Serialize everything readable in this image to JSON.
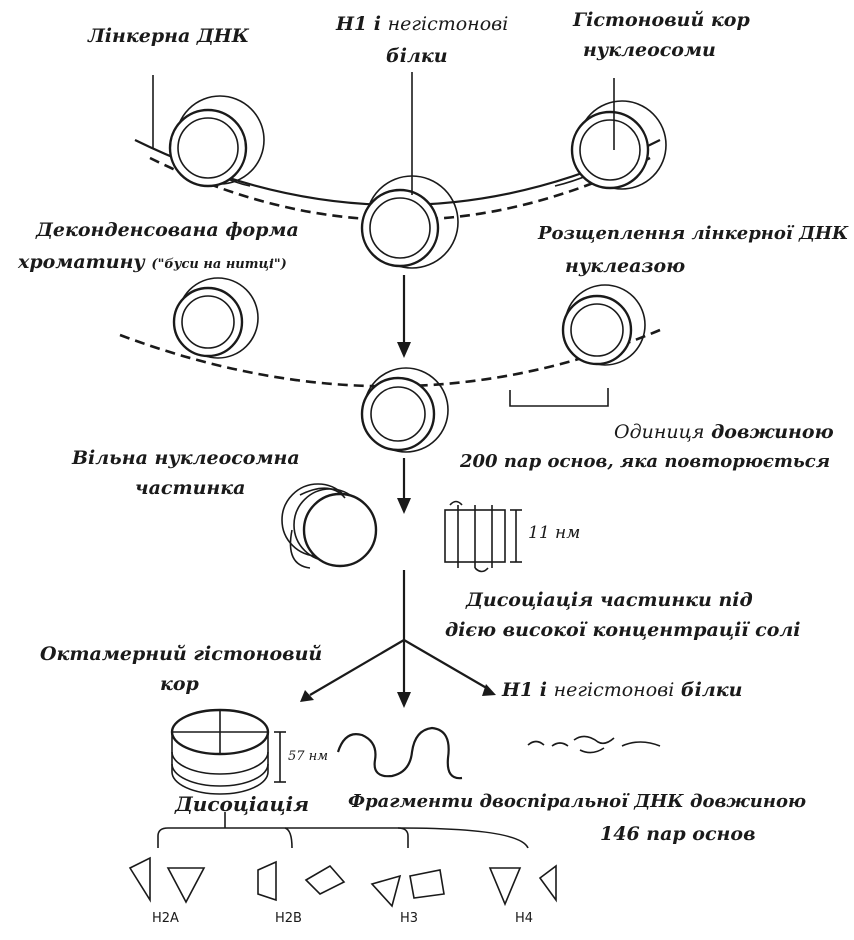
{
  "labels": {
    "linker_dna": "Лінкерна ДНК",
    "h1_line1": "Н1 і",
    "h1_line1b": "негістонові",
    "h1_line2": "білки",
    "core_line1": "Гістоновий кор",
    "core_line2": "нуклеосоми",
    "decond_line1": "Деконденсована форма",
    "decond_line2": "хроматину",
    "decond_note": "(\"буси на нитці\")",
    "cleavage_line1": "Розщеплення лінкерної ДНК",
    "cleavage_line2": "нуклеазою",
    "unit_line1a": "Одиниця",
    "unit_line1b": "довжиною",
    "unit_line2": "200 пар основ, яка повторюється",
    "free_line1": "Вільна нуклеосомна",
    "free_line2": "частинка",
    "nm11": "11 нм",
    "dissoc_line1": "Дисоціація частинки під",
    "dissoc_line2": "дією високої концентрації солі",
    "octamer_line1": "Октамерний гістоновий",
    "octamer_line2": "кор",
    "h1_bottom_a": "Н1 і",
    "h1_bottom_b": "негістонові",
    "h1_bottom_c": "білки",
    "nm57": "57 нм",
    "dissociation": "Дисоціація",
    "fragments_line1": "Фрагменти двоспіральної ДНК довжиною",
    "fragments_line2": "146 пар основ",
    "histones": [
      "Н2А",
      "Н2В",
      "Н3",
      "Н4"
    ]
  }
}
